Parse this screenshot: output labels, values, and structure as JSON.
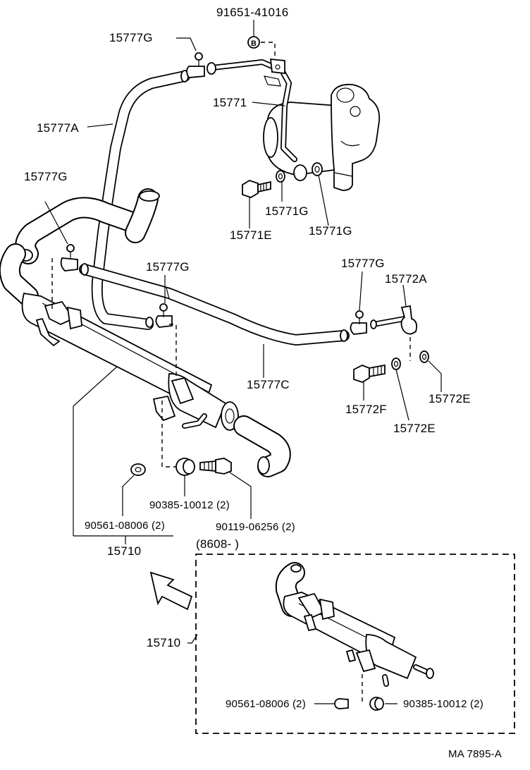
{
  "labels": {
    "bolt_b": "91651-41016",
    "clamp_top": "15777G",
    "pipe_pump": "15771",
    "hose_return_a": "15777A",
    "clamp_left": "15777G",
    "washer_g1": "15771G",
    "washer_g2": "15771G",
    "bolt_e": "15771E",
    "clamp_mid": "15777G",
    "clamp_right": "15777G",
    "union_a": "15772A",
    "hose_c": "15777C",
    "bolt_f": "15772F",
    "gasket_e1": "15772E",
    "gasket_e2": "15772E",
    "grommet": "90385-10012 (2)",
    "bushing": "90561-08006 (2)",
    "bolt_mount": "90119-06256 (2)",
    "gear_assy": "15710",
    "variant_range": "(8608-        )",
    "variant_gear": "15710",
    "variant_bushing": "90561-08006 (2)",
    "variant_grommet": "90385-10012 (2)",
    "circle_letter": "B",
    "catalog_code": "MA  7895-A"
  }
}
